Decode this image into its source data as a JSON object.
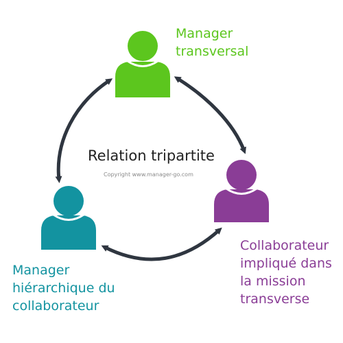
{
  "diagram": {
    "center_title": "Relation tripartite",
    "copyright": "Copyright www.manager-go.com",
    "nodes": [
      {
        "id": "manager-transversal",
        "icon": "person-icon",
        "color": "#5cc61e",
        "label_lines": [
          "Manager",
          "transversal"
        ]
      },
      {
        "id": "manager-hierarchique",
        "icon": "person-icon",
        "color": "#1393a0",
        "label_lines": [
          "Manager",
          "hiérarchique du",
          "collaborateur"
        ]
      },
      {
        "id": "collaborateur",
        "icon": "person-icon",
        "color": "#8a3d96",
        "label_lines": [
          "Collaborateur",
          "impliqué dans",
          "la mission",
          "transverse"
        ]
      }
    ],
    "arrow_color": "#2f3640",
    "connections": [
      {
        "from": "manager-transversal",
        "to": "manager-hierarchique",
        "bidirectional": true
      },
      {
        "from": "manager-transversal",
        "to": "collaborateur",
        "bidirectional": true
      },
      {
        "from": "manager-hierarchique",
        "to": "collaborateur",
        "bidirectional": true
      }
    ]
  }
}
